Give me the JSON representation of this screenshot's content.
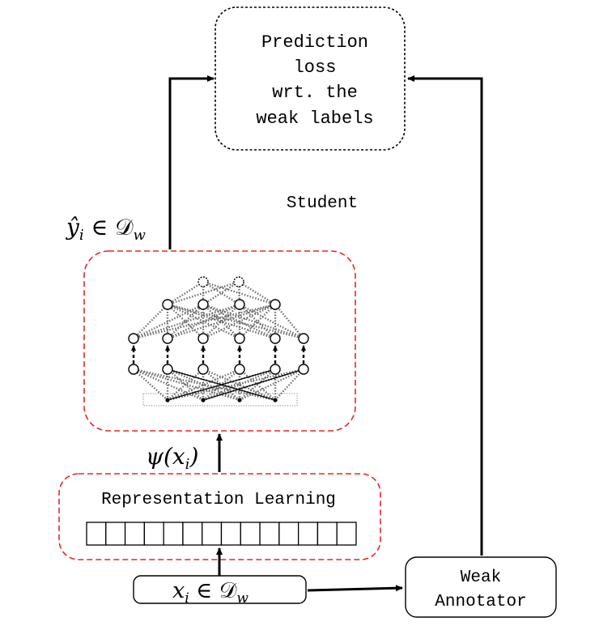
{
  "loss_box": {
    "lines": [
      "Prediction",
      "loss",
      "wrt. the",
      "weak labels"
    ]
  },
  "student_label": "Student",
  "prediction_label": {
    "main": "ŷ",
    "sub": "i",
    "rel": " ∈ ",
    "set": "𝒟",
    "set_sub": "w"
  },
  "representation_label": {
    "main": "ψ(x",
    "sub": "i",
    "close": ")"
  },
  "representation_box": {
    "title": "Representation Learning",
    "vector_cells": 14
  },
  "input_box": {
    "main": "x",
    "sub": "i",
    "rel": " ∈ ",
    "set": "𝒟",
    "set_sub": "w"
  },
  "annotator_box": {
    "lines": [
      "Weak",
      "Annotator"
    ]
  },
  "colors": {
    "dashed_red": "#e8262b",
    "network_gray": "#6e6e6e",
    "stroke": "#000000"
  },
  "icons": {
    "student_network": "neural-network-icon"
  }
}
